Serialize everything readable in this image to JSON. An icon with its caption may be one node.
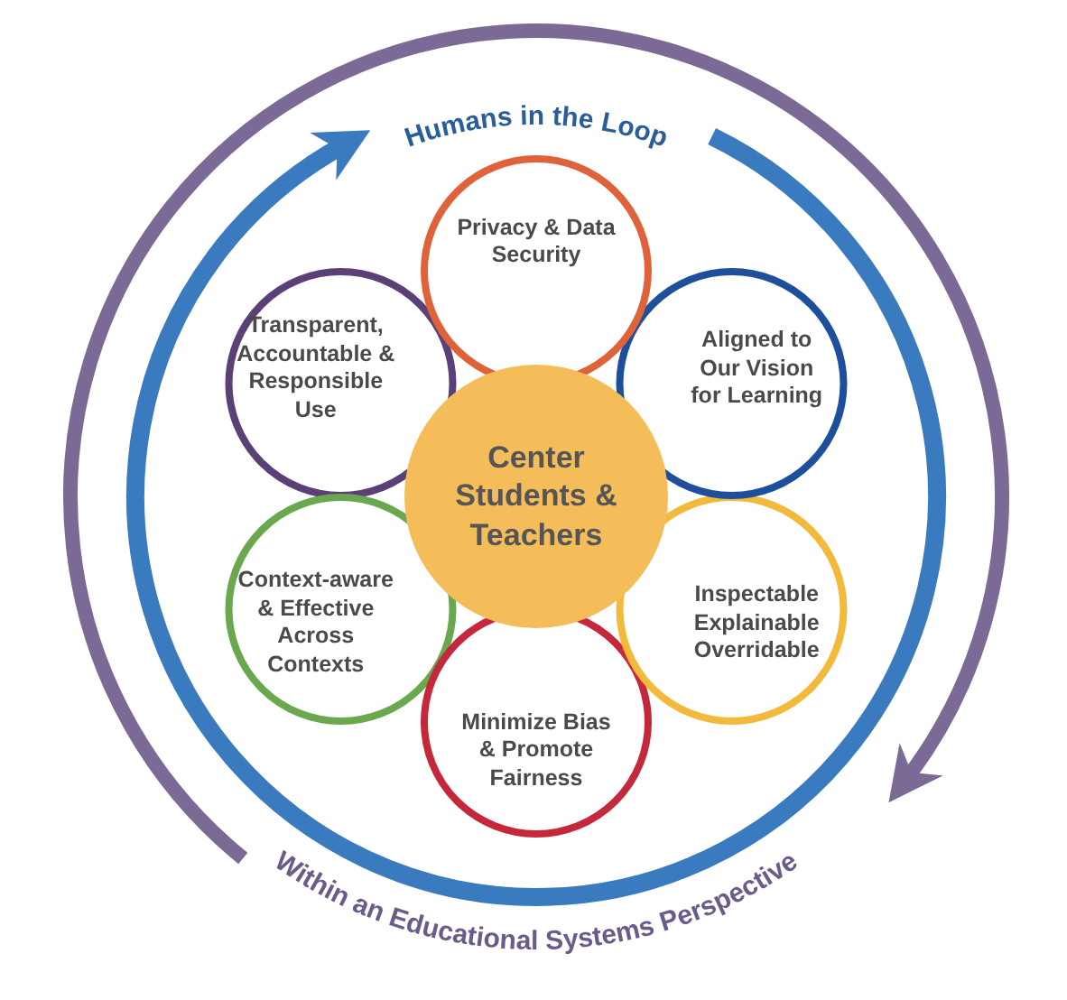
{
  "diagram": {
    "nodes": [
      {
        "text": [
          "Center Students & Teachers"
        ]
      },
      {
        "text": [
          "Privacy & Data Security"
        ]
      },
      {
        "text": [
          "Aligned to Our Vision for Learning"
        ]
      },
      {
        "text": [
          "Inspectable Explainable Overridable"
        ]
      },
      {
        "text": [
          "Minimize Bias & Promote Fairness"
        ]
      },
      {
        "text": [
          "Context-aware & Effective Across Contexts"
        ]
      },
      {
        "text": [
          "Transparent, Accountable & Responsible Use"
        ]
      }
    ],
    "labels": [
      "Humans in the Loop",
      "Within an Educational Systems Perspective"
    ]
  }
}
